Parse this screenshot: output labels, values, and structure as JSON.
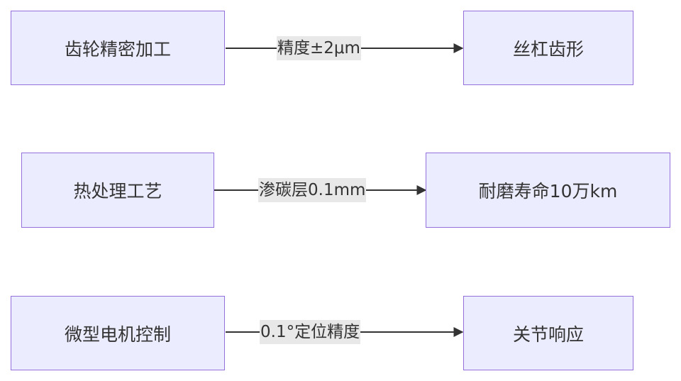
{
  "rows": [
    {
      "source": "齿轮精密加工",
      "label": "精度±2μm",
      "target": "丝杠齿形"
    },
    {
      "source": "热处理工艺",
      "label": "渗碳层0.1mm",
      "target": "耐磨寿命10万km"
    },
    {
      "source": "微型电机控制",
      "label": "0.1°定位精度",
      "target": "关节响应"
    }
  ],
  "colors": {
    "node_fill": "#ececff",
    "node_border": "#9370db",
    "edge": "#333333",
    "label_bg": "#e8e8e8"
  }
}
